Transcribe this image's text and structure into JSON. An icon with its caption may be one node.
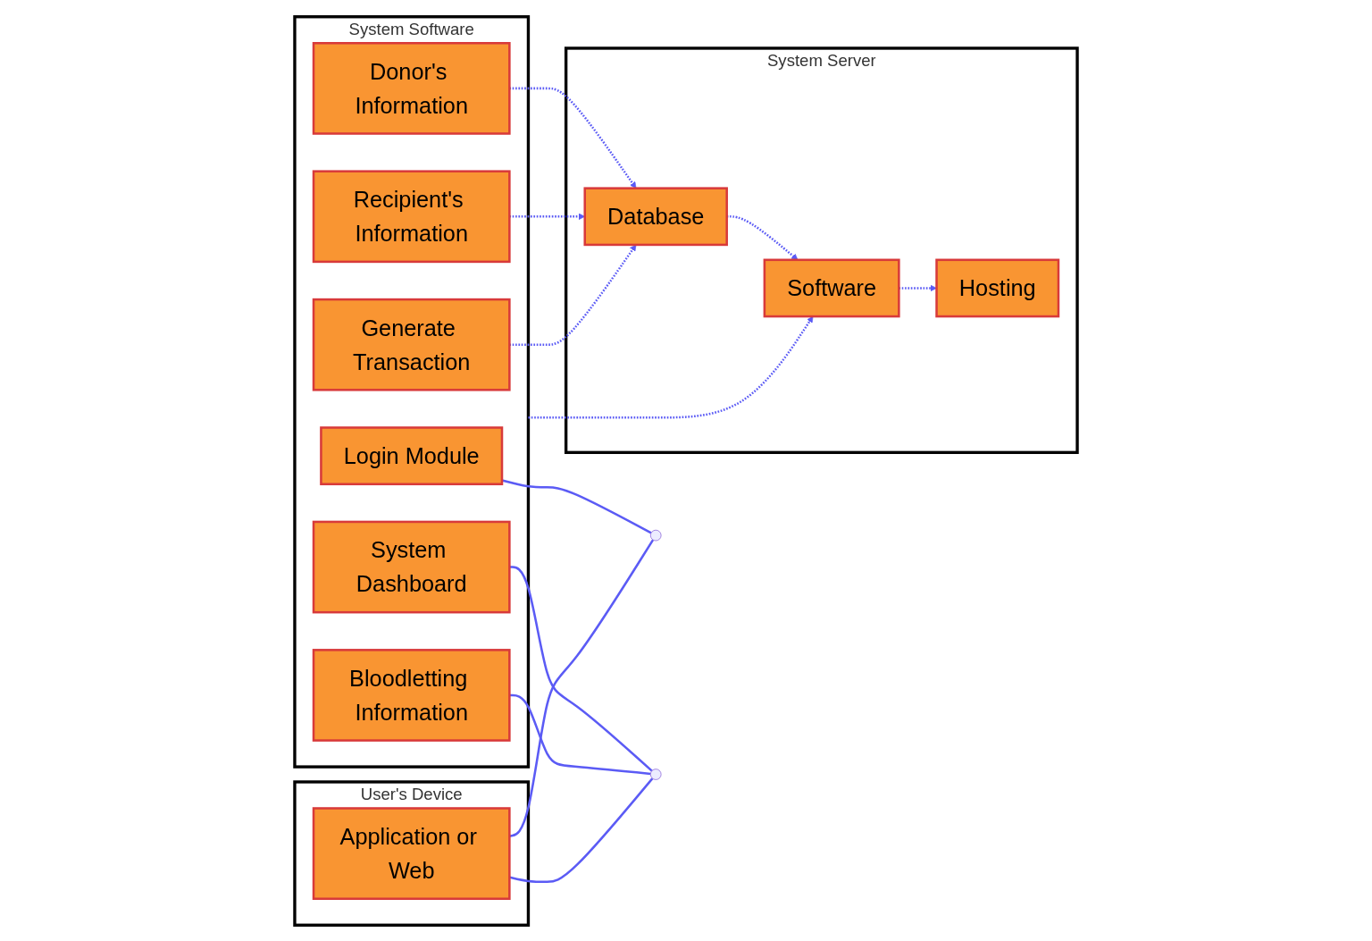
{
  "diagram": {
    "nodes": [
      {
        "text": [
          "System Software"
        ]
      },
      {
        "text": [
          "Login Module"
        ],
        "in": 0
      },
      {
        "text": [
          "Donor's Information"
        ],
        "in": 0
      },
      {
        "text": [
          "System Dashboard"
        ],
        "in": 0
      },
      {
        "text": [
          "Recipient's Information"
        ],
        "in": 0
      },
      {
        "text": [
          "Bloodletting Information"
        ],
        "in": 0
      },
      {
        "text": [
          "Generate Transaction"
        ],
        "in": 0
      },
      {
        "text": [
          "System Server"
        ]
      },
      {
        "text": [
          "Database"
        ],
        "in": 7
      },
      {
        "text": [
          "Hosting"
        ],
        "in": 7
      },
      {
        "text": [
          "Software"
        ],
        "in": 7
      },
      {
        "text": [
          "User's Device"
        ]
      },
      {
        "text": [
          "Application or Web"
        ],
        "in": 11
      },
      {
        "text": [],
        "shape": "circle"
      },
      {
        "text": [],
        "shape": "circle"
      }
    ],
    "edges": [
      {
        "from": 2,
        "to": 8,
        "arrow": "to",
        "style": "dashed"
      },
      {
        "from": 4,
        "to": 8,
        "arrow": "to",
        "style": "dashed"
      },
      {
        "from": 6,
        "to": 8,
        "arrow": "to",
        "style": "dashed"
      },
      {
        "from": 8,
        "to": 10,
        "arrow": "to",
        "style": "dashed"
      },
      {
        "from": 10,
        "to": 9,
        "arrow": "to",
        "style": "dashed"
      },
      {
        "from": 0,
        "to": 10,
        "arrow": "to",
        "style": "dashed"
      },
      {
        "from": 1,
        "to": 13,
        "arrow": "none"
      },
      {
        "from": 12,
        "to": 13,
        "arrow": "none"
      },
      {
        "from": 3,
        "to": 14,
        "arrow": "none"
      },
      {
        "from": 5,
        "to": 14,
        "arrow": "none"
      },
      {
        "from": 12,
        "to": 14,
        "arrow": "none"
      }
    ]
  }
}
